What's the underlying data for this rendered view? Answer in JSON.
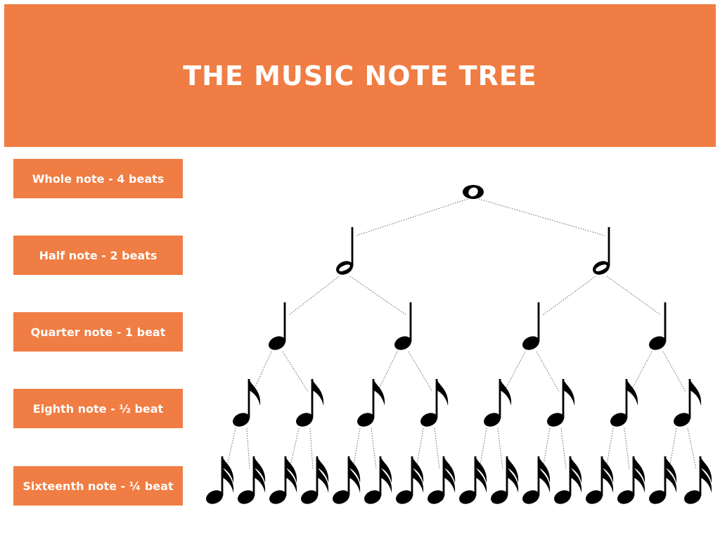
{
  "title": "THE MUSIC NOTE TREE",
  "rows": [
    {
      "label": "Whole note - 4 beats",
      "note": "whole",
      "count": 1
    },
    {
      "label": "Half note - 2 beats",
      "note": "half",
      "count": 2
    },
    {
      "label": "Quarter note - 1 beat",
      "note": "quarter",
      "count": 4
    },
    {
      "label": "Eighth note - ½ beat",
      "note": "eighth",
      "count": 8
    },
    {
      "label": "Sixteenth note - ¼ beat",
      "note": "sixteenth",
      "count": 16
    }
  ],
  "colors": {
    "accent": "#f07d43",
    "text": "#ffffff",
    "note": "#000000",
    "connector": "#666666"
  }
}
